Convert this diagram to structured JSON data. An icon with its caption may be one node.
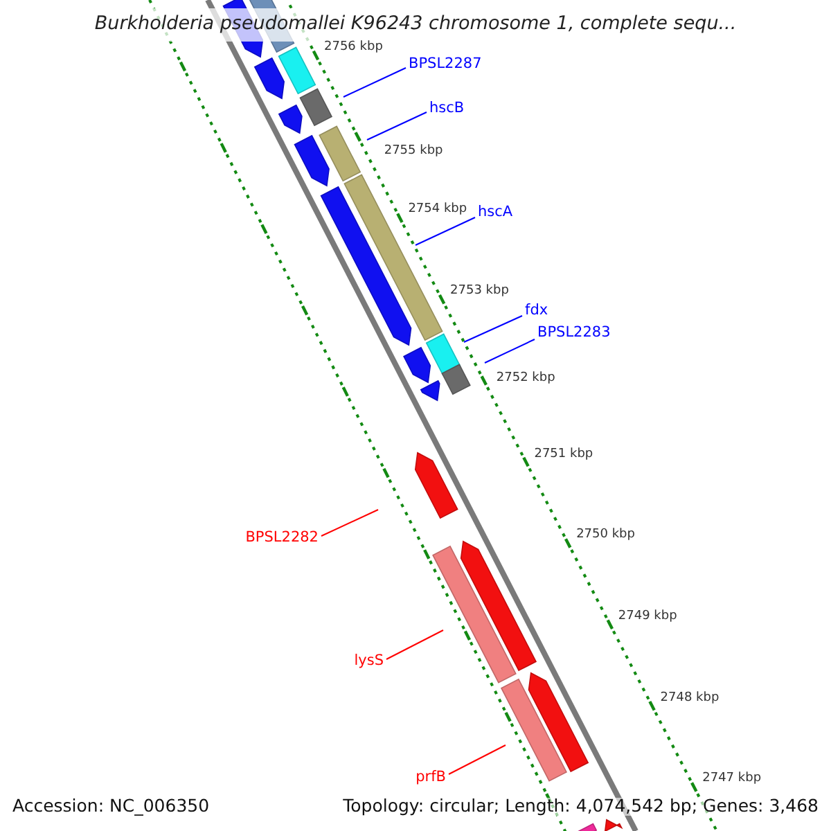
{
  "diagram": {
    "title": "Burkholderia pseudomallei K96243 chromosome 1, complete sequ...",
    "nodes": [
      {
        "text": [
          "BPSL2287"
        ]
      },
      {
        "text": [
          "hscB"
        ]
      },
      {
        "text": [
          "hscA"
        ]
      },
      {
        "text": [
          "fdx"
        ]
      },
      {
        "text": [
          "BPSL2283"
        ]
      },
      {
        "text": [
          "BPSL2282"
        ]
      },
      {
        "text": [
          "lysS"
        ]
      },
      {
        "text": [
          "prfB"
        ]
      }
    ],
    "edges": [
      {
        "from": 0,
        "to": null,
        "arrow": "none"
      },
      {
        "from": 1,
        "to": null,
        "arrow": "none"
      },
      {
        "from": 2,
        "to": null,
        "arrow": "none"
      },
      {
        "from": 3,
        "to": null,
        "arrow": "none"
      },
      {
        "from": 4,
        "to": null,
        "arrow": "none"
      },
      {
        "from": 5,
        "to": null,
        "arrow": "none",
        "color": "#ff0000"
      },
      {
        "from": 6,
        "to": null,
        "arrow": "none",
        "color": "#ff0000"
      },
      {
        "from": 7,
        "to": null,
        "arrow": "none",
        "color": "#ff0000"
      }
    ],
    "labels": [
      "2756 kbp",
      "2755 kbp",
      "2754 kbp",
      "2753 kbp",
      "2752 kbp",
      "2751 kbp",
      "2750 kbp",
      "2749 kbp",
      "2748 kbp",
      "2747 kbp",
      "Accession: NC_006350",
      "Topology: circular; Length: 4,074,542 bp; Genes: 3,468"
    ]
  }
}
